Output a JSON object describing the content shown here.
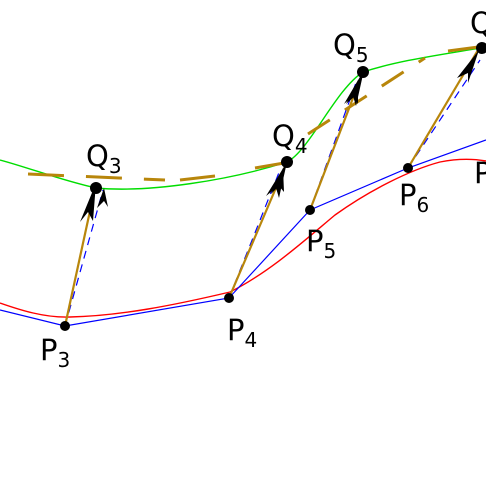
{
  "colors": {
    "control_polygon": "#0000ff",
    "curve_p": "#ff0000",
    "curve_q": "#00dd00",
    "offset_vector": "#b8860b",
    "tangent_segment": "#b8860b",
    "dashed_vector": "#0000ff",
    "point": "#000000"
  },
  "labels": {
    "p3": {
      "letter": "P",
      "index": "3"
    },
    "p4": {
      "letter": "P",
      "index": "4"
    },
    "p5": {
      "letter": "P",
      "index": "5"
    },
    "p6": {
      "letter": "P",
      "index": "6"
    },
    "p7": {
      "letter": "P",
      "index": ""
    },
    "q3": {
      "letter": "Q",
      "index": "3"
    },
    "q4": {
      "letter": "Q",
      "index": "4"
    },
    "q5": {
      "letter": "Q",
      "index": "5"
    },
    "q6": {
      "letter": "Q",
      "index": ""
    }
  }
}
